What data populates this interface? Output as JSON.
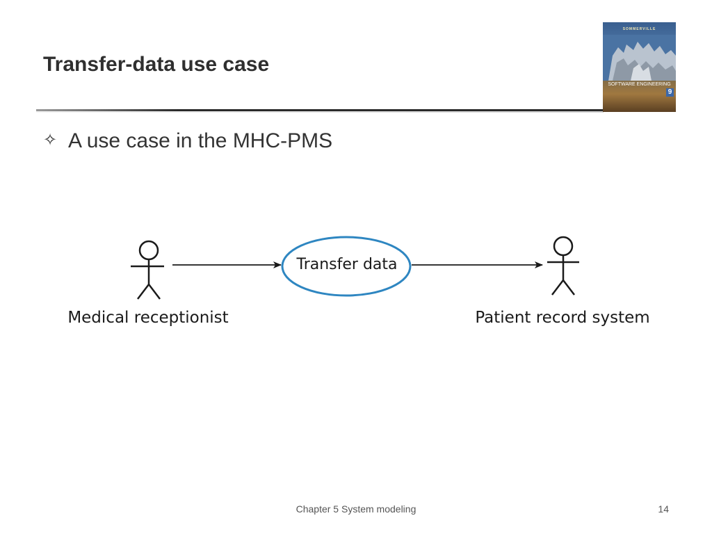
{
  "slide": {
    "title": "Transfer-data use case",
    "bullet_glyph": "✧",
    "bullet_text": "A use case in the MHC-PMS"
  },
  "book_cover": {
    "author": "SOMMERVILLE",
    "title": "SOFTWARE ENGINEERING",
    "edition": "9"
  },
  "diagram": {
    "actors": [
      {
        "label": "Medical receptionist"
      },
      {
        "label": "Patient record system"
      }
    ],
    "use_case": {
      "label": "Transfer data"
    },
    "colors": {
      "use_case_border": "#2e86c1",
      "lines": "#1a1a1a"
    }
  },
  "footer": {
    "chapter": "Chapter 5 System modeling",
    "page_number": "14"
  }
}
